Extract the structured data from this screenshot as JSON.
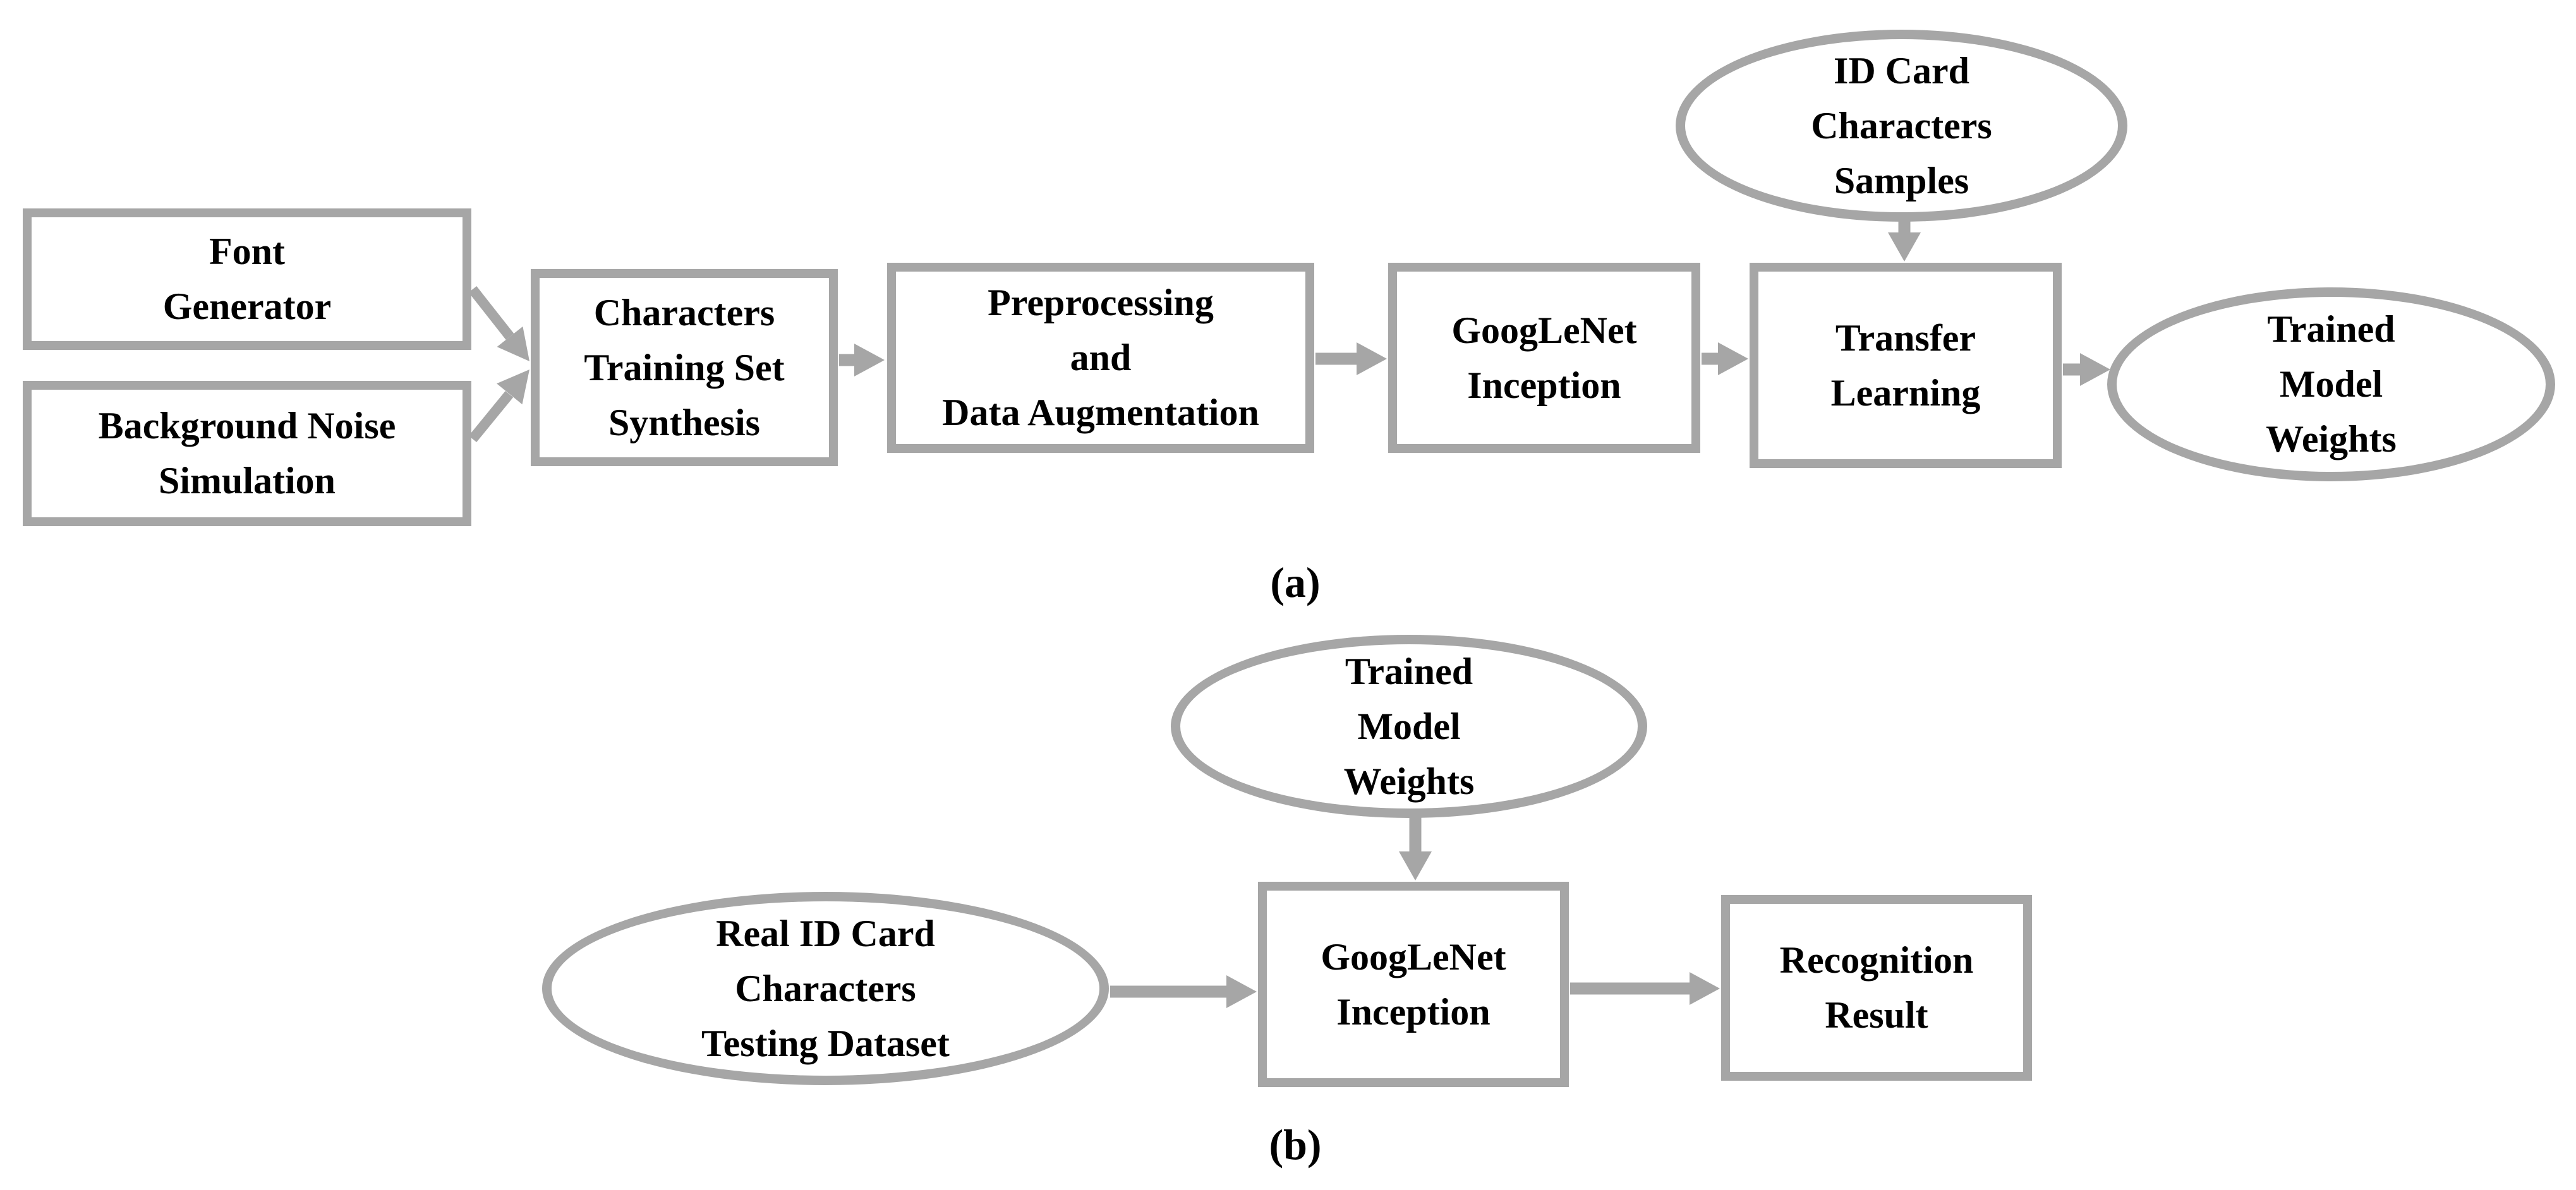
{
  "figure": {
    "colors": {
      "shape_stroke": "#a6a6a6",
      "text": "#000000",
      "background": "#ffffff"
    },
    "caption_a": "(a)",
    "caption_b": "(b)",
    "diagram_a": {
      "nodes": {
        "font_generator": {
          "shape": "rect",
          "label": "Font\nGenerator"
        },
        "background_noise": {
          "shape": "rect",
          "label": "Background Noise\nSimulation"
        },
        "characters_training": {
          "shape": "rect",
          "label": "Characters\nTraining Set\nSynthesis"
        },
        "preprocessing": {
          "shape": "rect",
          "label": "Preprocessing\nand\nData Augmentation"
        },
        "googlenet": {
          "shape": "rect",
          "label": "GoogLeNet\nInception"
        },
        "transfer_learning": {
          "shape": "rect",
          "label": "Transfer\nLearning"
        },
        "id_card_samples": {
          "shape": "ellipse",
          "label": "ID Card\nCharacters\nSamples"
        },
        "trained_weights": {
          "shape": "ellipse",
          "label": "Trained\nModel\nWeights"
        }
      }
    },
    "diagram_b": {
      "nodes": {
        "trained_weights": {
          "shape": "ellipse",
          "label": "Trained\nModel\nWeights"
        },
        "real_id_dataset": {
          "shape": "ellipse",
          "label": "Real ID Card\nCharacters\nTesting Dataset"
        },
        "googlenet": {
          "shape": "rect",
          "label": "GoogLeNet\nInception"
        },
        "recognition_result": {
          "shape": "rect",
          "label": "Recognition\nResult"
        }
      }
    }
  }
}
